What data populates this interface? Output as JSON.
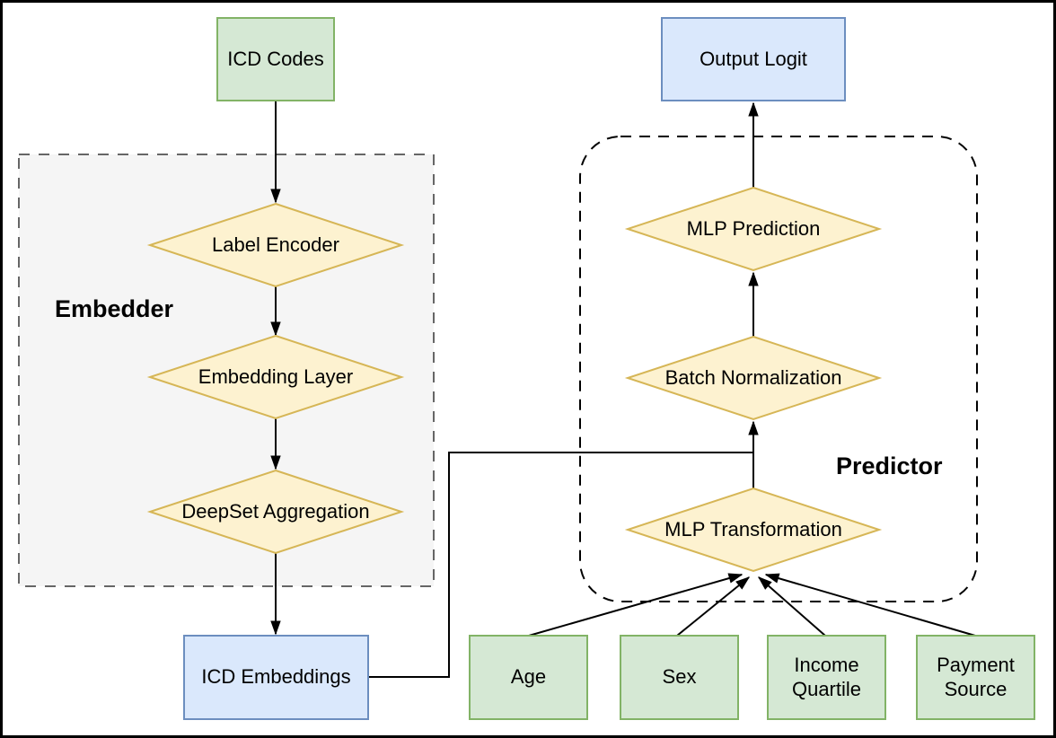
{
  "nodes": {
    "icd_codes": "ICD Codes",
    "output_logit": "Output Logit",
    "label_encoder": "Label Encoder",
    "embedding_layer": "Embedding Layer",
    "deepset_aggregation": "DeepSet Aggregation",
    "mlp_prediction": "MLP Prediction",
    "batch_normalization": "Batch Normalization",
    "mlp_transformation": "MLP Transformation",
    "icd_embeddings": "ICD Embeddings",
    "age": "Age",
    "sex": "Sex",
    "income_quartile": "Income\nQuartile",
    "payment_source": "Payment\nSource"
  },
  "groups": {
    "embedder": "Embedder",
    "predictor": "Predictor"
  },
  "colors": {
    "input_fill": "#d5e8d4",
    "input_stroke": "#82b366",
    "output_fill": "#dae8fc",
    "output_stroke": "#6c8ebf",
    "process_fill": "#fdf2d0",
    "process_stroke": "#d6b656",
    "embedder_fill": "#f5f5f5",
    "embedder_stroke": "#666666",
    "predictor_stroke": "#000000",
    "connector": "#000000",
    "frame": "#000000"
  }
}
